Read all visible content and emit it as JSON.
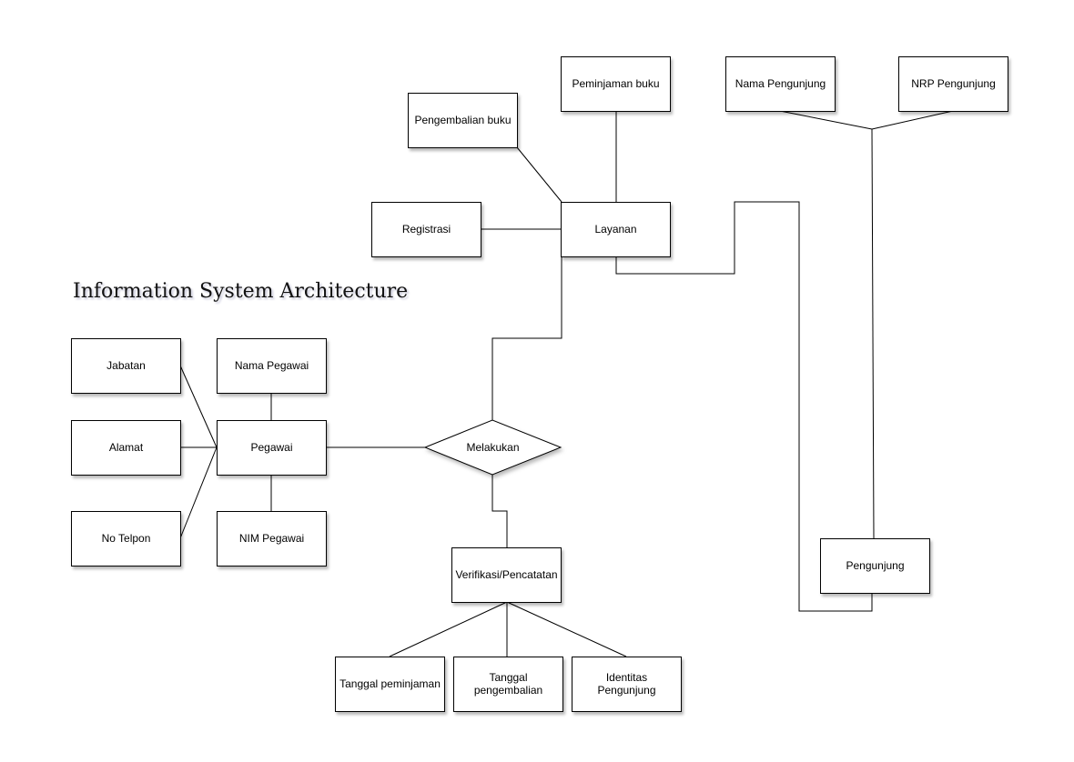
{
  "title": "Information System Architecture",
  "entities": {
    "peminjaman_buku": "Peminjaman buku",
    "nama_pengunjung": "Nama Pengunjung",
    "nrp_pengunjung": "NRP Pengunjung",
    "pengembalian_buku": "Pengembalian buku",
    "registrasi": "Registrasi",
    "layanan": "Layanan",
    "jabatan": "Jabatan",
    "nama_pegawai": "Nama Pegawai",
    "alamat": "Alamat",
    "pegawai": "Pegawai",
    "no_telpon": "No Telpon",
    "nim_pegawai": "NIM Pegawai",
    "verifikasi": "Verifikasi/Pencatatan",
    "pengunjung": "Pengunjung",
    "tanggal_peminjaman": "Tanggal peminjaman",
    "tanggal_pengembalian": "Tanggal pengembalian",
    "identitas_pengunjung": "Identitas Pengunjung"
  },
  "relationship": {
    "melakukan": "Melakukan"
  }
}
